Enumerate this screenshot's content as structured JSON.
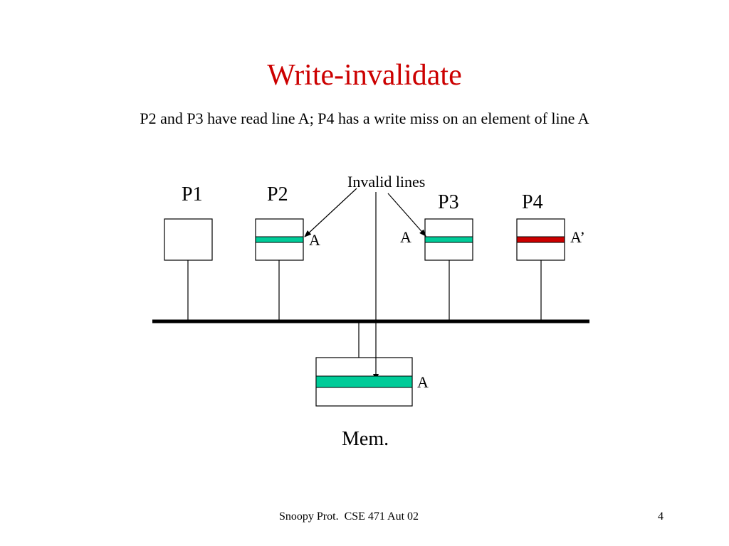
{
  "slide": {
    "title": "Write-invalidate",
    "subtitle": "P2 and P3 have read line A; P4 has a write miss on an element of line A"
  },
  "diagram": {
    "annotation": "Invalid lines",
    "processors": {
      "p1": "P1",
      "p2": "P2",
      "p3": "P3",
      "p4": "P4"
    },
    "line_labels": {
      "p2": "A",
      "p3": "A",
      "p4": "A’",
      "memory": "A"
    },
    "memory_label": "Mem.",
    "colors": {
      "valid_line": "#00cc99",
      "modified_line": "#cc0000",
      "title": "#cc0000"
    }
  },
  "footer": {
    "text": "Snoopy Prot.  CSE 471 Aut 02",
    "page_number": "4"
  }
}
